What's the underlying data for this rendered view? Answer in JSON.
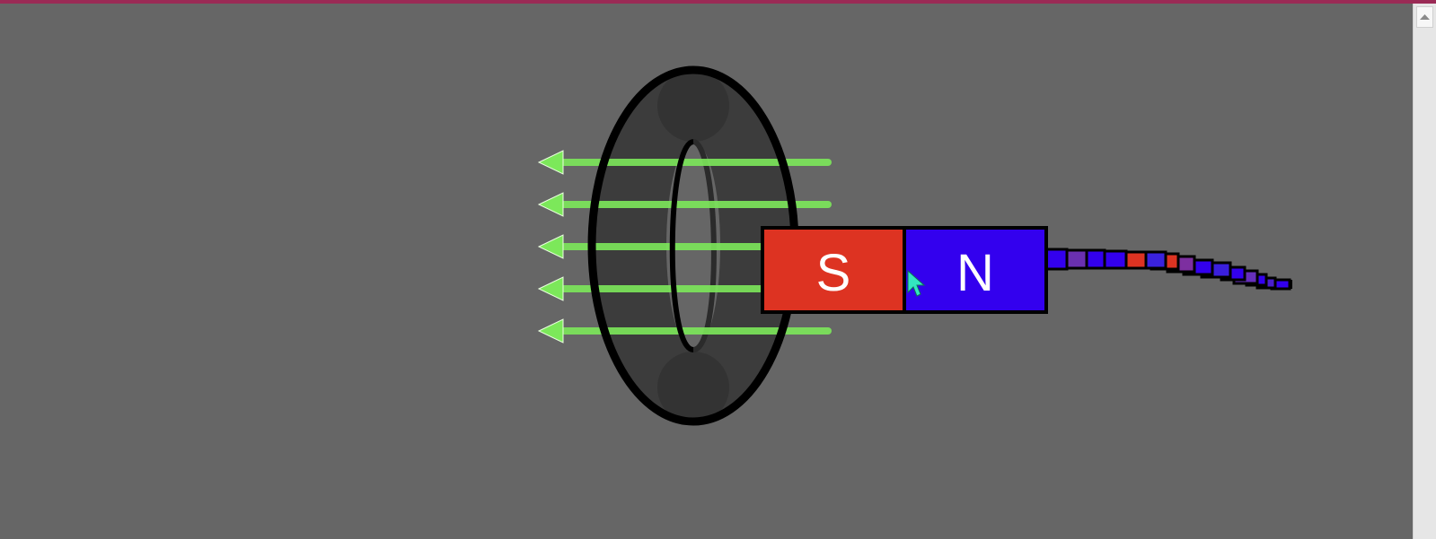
{
  "window": {
    "accent_bar_color": "#9a2a55",
    "background_color": "#666666"
  },
  "magnet": {
    "south_label": "S",
    "north_label": "N",
    "south_color": "#dd3322",
    "north_color": "#3300ee"
  },
  "field_lines": {
    "count": 5,
    "color": "#7ce85a",
    "direction": "left"
  },
  "coil": {
    "color": "#383838",
    "outline_color": "#000000"
  },
  "cursor": {
    "icon": "hand-pointer-icon",
    "color": "#33e6c0"
  },
  "scrollbar": {
    "up_icon": "chevron-up-icon"
  }
}
